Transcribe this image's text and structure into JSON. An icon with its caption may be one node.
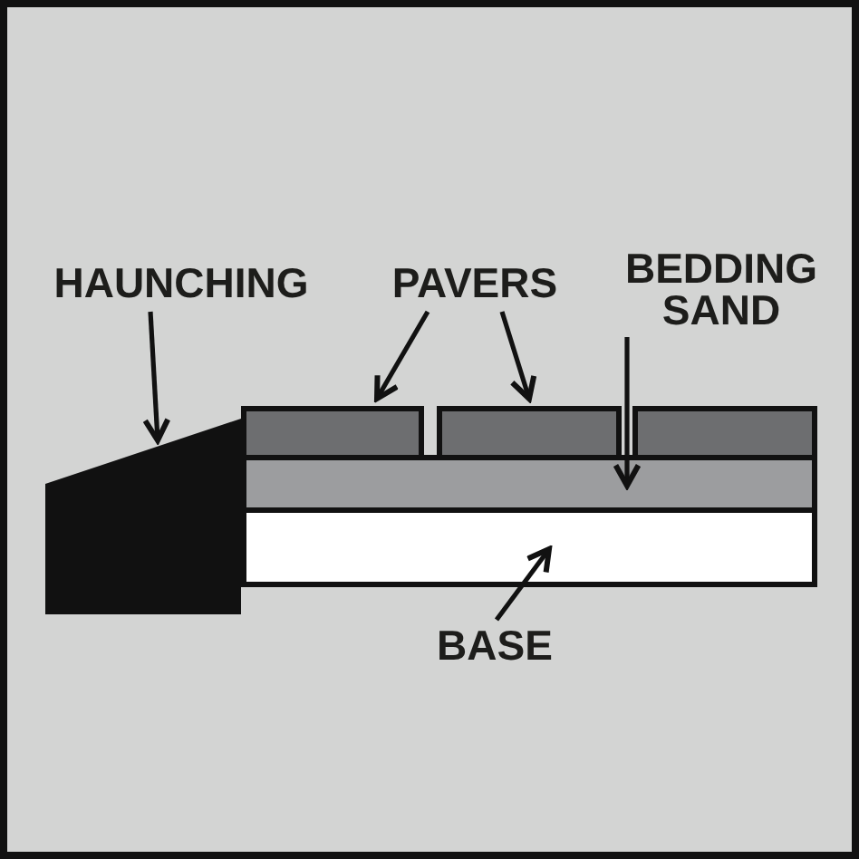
{
  "diagram": {
    "nodes": [
      {
        "text": [
          "HAUNCHING"
        ]
      },
      {
        "text": [
          "PAVERS"
        ]
      },
      {
        "text": [
          "BEDDING SAND"
        ]
      },
      {
        "text": [],
        "shape": "trapezoid"
      },
      {
        "text": [],
        "shape": "box"
      },
      {
        "text": [],
        "shape": "box"
      },
      {
        "text": [],
        "shape": "box"
      },
      {
        "text": [],
        "shape": "box"
      },
      {
        "text": [],
        "shape": "box"
      },
      {
        "text": [
          "BASE"
        ]
      }
    ],
    "edges": [
      {
        "from": 0,
        "to": 3,
        "arrow": "to"
      },
      {
        "from": 1,
        "to": 4,
        "arrow": "to"
      },
      {
        "from": 1,
        "to": 5,
        "arrow": "to"
      },
      {
        "from": 2,
        "to": 7,
        "arrow": "to"
      },
      {
        "from": 9,
        "to": 8,
        "arrow": "to"
      }
    ]
  }
}
